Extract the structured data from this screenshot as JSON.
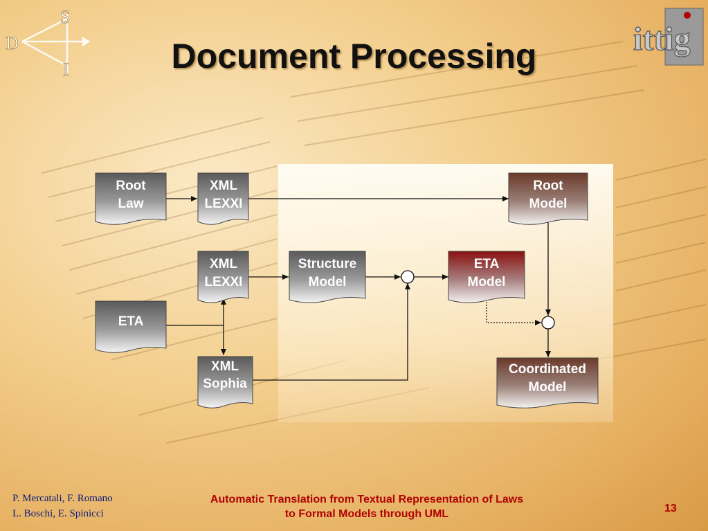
{
  "slide": {
    "title": "Document Processing",
    "page_number": "13"
  },
  "logos": {
    "left_letters": [
      "S",
      "D",
      "I"
    ],
    "right_text": "ittig"
  },
  "diagram": {
    "nodes": [
      {
        "id": "root-law",
        "lines": [
          "Root",
          "Law"
        ],
        "style": "grey"
      },
      {
        "id": "xml-lexxi-1",
        "lines": [
          "XML",
          "LEXXI"
        ],
        "style": "grey"
      },
      {
        "id": "root-model",
        "lines": [
          "Root",
          "Model"
        ],
        "style": "brown"
      },
      {
        "id": "xml-lexxi-2",
        "lines": [
          "XML",
          "LEXXI"
        ],
        "style": "grey"
      },
      {
        "id": "structure-model",
        "lines": [
          "Structure",
          "Model"
        ],
        "style": "grey"
      },
      {
        "id": "eta-model",
        "lines": [
          "ETA",
          "Model"
        ],
        "style": "red"
      },
      {
        "id": "eta",
        "lines": [
          "ETA"
        ],
        "style": "grey"
      },
      {
        "id": "xml-sophia",
        "lines": [
          "XML",
          "Sophia"
        ],
        "style": "grey"
      },
      {
        "id": "coordinated-model",
        "lines": [
          "Coordinated",
          "Model"
        ],
        "style": "brown"
      }
    ]
  },
  "footer": {
    "authors_line1": "P. Mercatali, F. Romano",
    "authors_line2": "L. Boschi, E. Spinicci",
    "title_line1": "Automatic Translation from Textual Representation of Laws",
    "title_line2": "to Formal Models through UML"
  },
  "colors": {
    "title": "#111111",
    "footer_authors": "#0a1a7a",
    "footer_title": "#b00000",
    "node_grey_top": "#5a5a5a",
    "node_brown_top": "#6b3a2a",
    "node_red_top": "#8a1010"
  }
}
